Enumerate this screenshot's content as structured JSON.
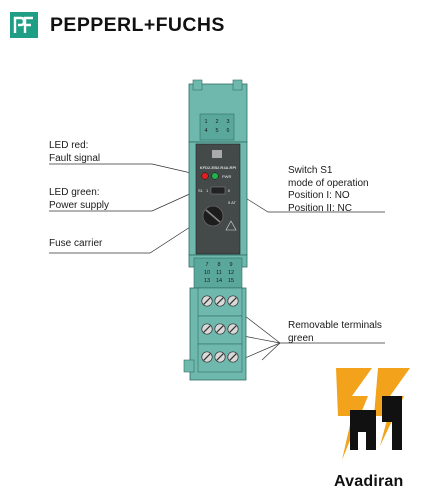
{
  "brand": {
    "name": "PEPPERL+FUCHS",
    "color": "#1e9e85"
  },
  "device": {
    "model_label": "KFD2-EB2.R4A.RPI",
    "pwr_label": "PWR",
    "switch_position_1": "1",
    "switch_position_2": "II",
    "switch_prefix": "S1",
    "fuse_rating": "5 AT",
    "top_terminals": [
      "1",
      "2",
      "3",
      "4",
      "5",
      "6"
    ],
    "bottom_terminals": [
      "7",
      "8",
      "9",
      "10",
      "11",
      "12",
      "13",
      "14",
      "15"
    ],
    "housing_color": "#6fb8ad"
  },
  "callouts": {
    "led_red": [
      "LED red:",
      "Fault signal"
    ],
    "led_green": [
      "LED green:",
      "Power supply"
    ],
    "fuse": [
      "Fuse carrier"
    ],
    "switch": [
      "Switch S1",
      "mode of operation",
      "Position I: NO",
      "Position II: NC"
    ],
    "terminals": [
      "Removable terminals",
      "green"
    ]
  },
  "watermark": {
    "text": "Avadiran",
    "accent": "#f2a31b"
  }
}
